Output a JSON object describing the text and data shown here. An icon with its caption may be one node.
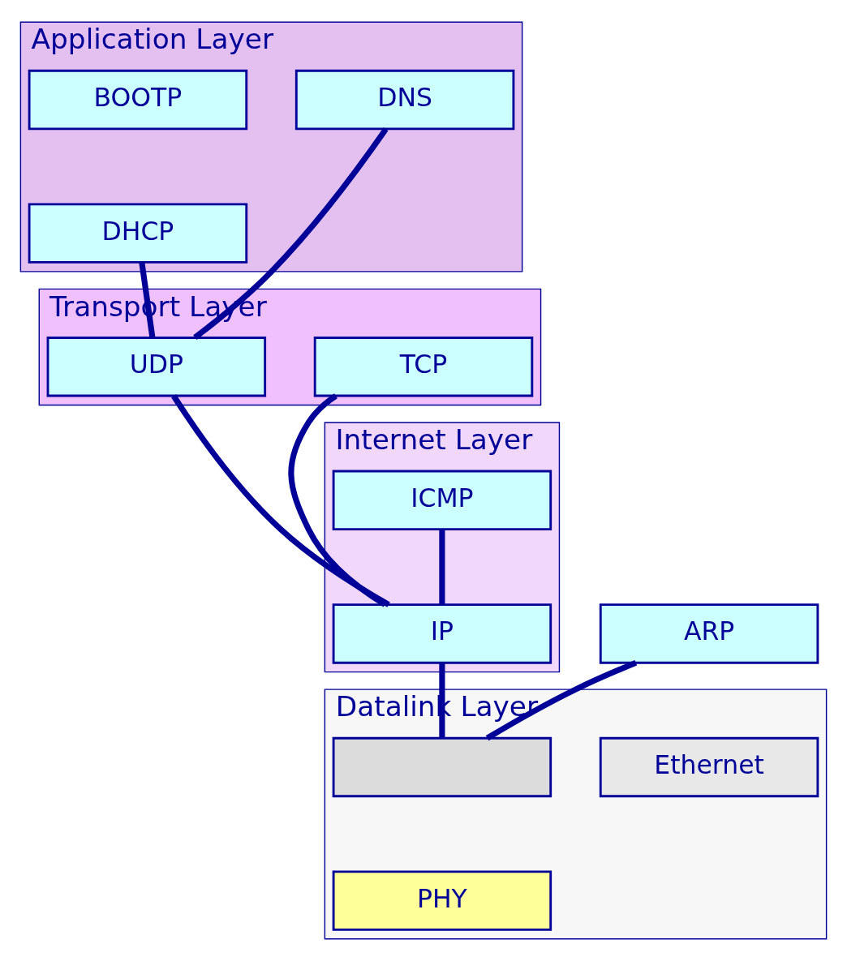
{
  "diagram": {
    "nodes": [
      {
        "text": [
          "Application Layer"
        ]
      },
      {
        "text": [
          "BOOTP"
        ],
        "in": 0
      },
      {
        "text": [
          "DHCP"
        ],
        "in": 0
      },
      {
        "text": [
          "DNS"
        ],
        "in": 0
      },
      {
        "text": [
          "Transport Layer"
        ]
      },
      {
        "text": [
          "TCP"
        ],
        "in": 4
      },
      {
        "text": [
          "UDP"
        ],
        "in": 4
      },
      {
        "text": [
          "Internet Layer"
        ]
      },
      {
        "text": [
          "ICMP"
        ],
        "in": 7
      },
      {
        "text": [
          "IP"
        ],
        "in": 7
      },
      {
        "text": [
          "ARP"
        ]
      },
      {
        "text": [
          "Datalink Layer"
        ]
      },
      {
        "text": [
          "Ethernet"
        ],
        "in": 11
      },
      {
        "text": [],
        "shape": "box",
        "in": 11
      },
      {
        "text": [
          "PHY"
        ],
        "in": 11
      }
    ],
    "edges": [
      {
        "from": 3,
        "to": 6,
        "arrow": "none"
      },
      {
        "from": 2,
        "to": 6,
        "arrow": "none"
      },
      {
        "from": 5,
        "to": 9,
        "arrow": "none"
      },
      {
        "from": 6,
        "to": 9,
        "arrow": "none"
      },
      {
        "from": 8,
        "to": 9,
        "arrow": "none"
      },
      {
        "from": 9,
        "to": 13,
        "arrow": "none"
      },
      {
        "from": 10,
        "to": 13,
        "arrow": "none"
      }
    ]
  }
}
